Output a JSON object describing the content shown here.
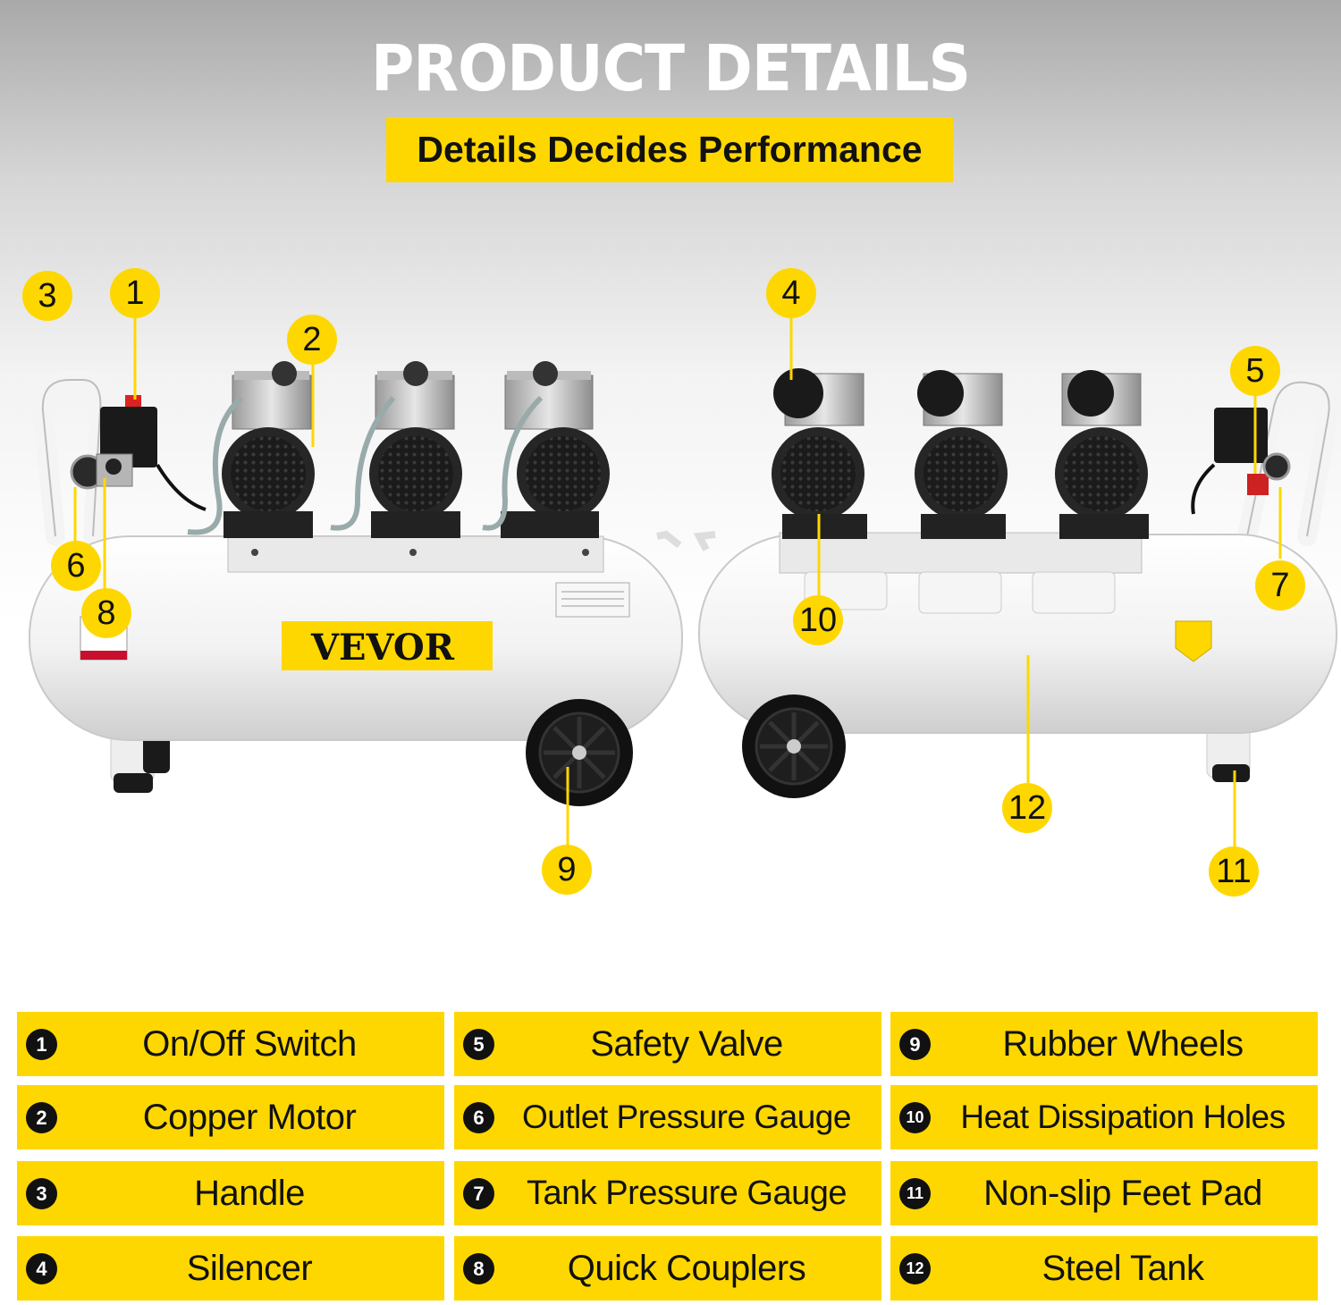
{
  "header": {
    "title": "PRODUCT DETAILS",
    "subtitle": "Details Decides Performance"
  },
  "brand": {
    "logo_text": "VEVOR",
    "color_yellow": "#fed700",
    "color_black": "#111111"
  },
  "callouts": [
    "1",
    "2",
    "3",
    "4",
    "5",
    "6",
    "7",
    "8",
    "9",
    "10",
    "11",
    "12"
  ],
  "legend": [
    {
      "num": "1",
      "label": "On/Off Switch"
    },
    {
      "num": "2",
      "label": "Copper Motor"
    },
    {
      "num": "3",
      "label": "Handle"
    },
    {
      "num": "4",
      "label": "Silencer"
    },
    {
      "num": "5",
      "label": "Safety Valve"
    },
    {
      "num": "6",
      "label": "Outlet Pressure Gauge"
    },
    {
      "num": "7",
      "label": "Tank Pressure Gauge"
    },
    {
      "num": "8",
      "label": "Quick Couplers"
    },
    {
      "num": "9",
      "label": "Rubber Wheels"
    },
    {
      "num": "10",
      "label": "Heat Dissipation Holes"
    },
    {
      "num": "11",
      "label": "Non-slip Feet Pad"
    },
    {
      "num": "12",
      "label": "Steel Tank"
    }
  ]
}
